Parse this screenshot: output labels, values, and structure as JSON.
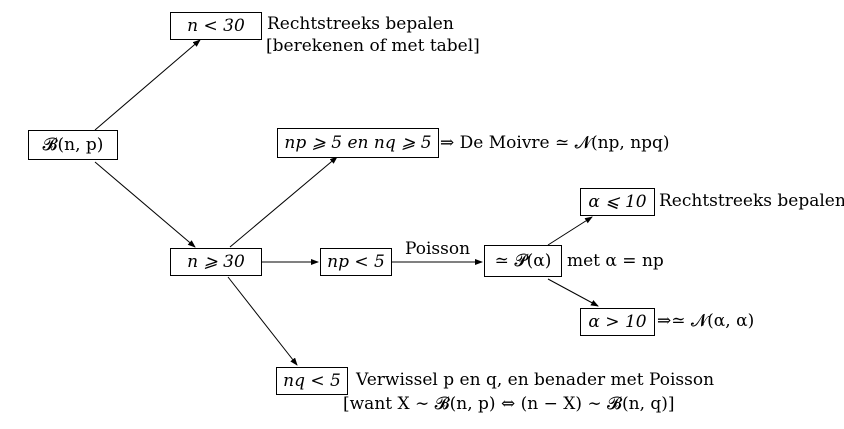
{
  "nodes": {
    "root": "𝓑(n, p)",
    "n_lt_30": "n < 30",
    "n_ge_30": "n ⩾ 30",
    "np_nq_ge_5": "np ⩾ 5 en nq ⩾ 5",
    "np_lt_5": "np < 5",
    "poisson": "≃ 𝓟(α)",
    "alpha_le_10": "α ⩽ 10",
    "alpha_gt_10": "α > 10",
    "nq_lt_5": "nq < 5"
  },
  "labels": {
    "n_lt_30_line1": "Rechtstreeks bepalen",
    "n_lt_30_line2": "[berekenen of met tabel]",
    "de_moivre": "⇒ De Moivre ≃ 𝓝(np, npq)",
    "poisson_edge": "Poisson",
    "met_alpha": "met α = np",
    "alpha_le_10_note": "Rechtstreeks bepalen",
    "alpha_gt_10_note": "⇒≃ 𝓝(α, α)",
    "nq_lt_5_line1": "Verwissel p en q, en benader met Poisson",
    "nq_lt_5_line2": "[want X ∼ 𝓑(n, p) ⇔ (n − X) ∼ 𝓑(n, q)]"
  }
}
